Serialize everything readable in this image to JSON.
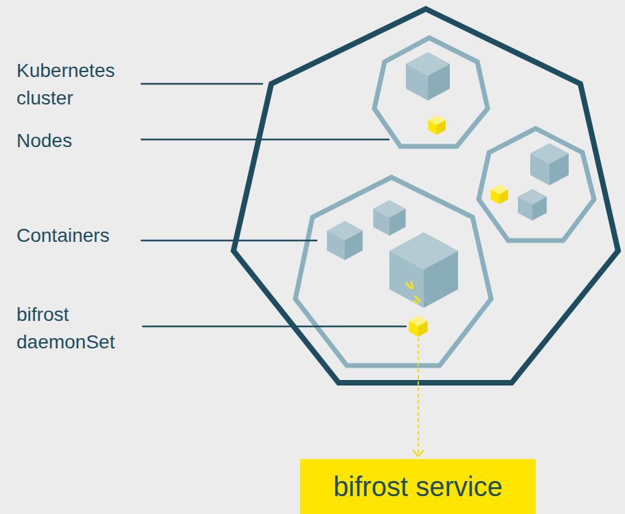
{
  "diagram": {
    "nodes": [
      {
        "text": [
          "bifrost service"
        ]
      }
    ],
    "labels": [
      "Kubernetes cluster",
      "Nodes",
      "Containers",
      "bifrost daemonSet"
    ]
  }
}
